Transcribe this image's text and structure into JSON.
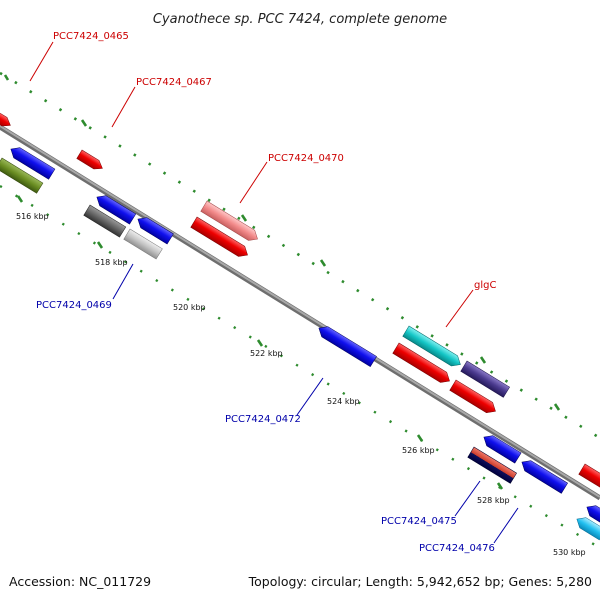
{
  "title": "Cyanothece sp. PCC 7424, complete genome",
  "footer": {
    "accession": "Accession: NC_011729",
    "summary": "Topology: circular; Length: 5,942,652 bp; Genes: 5,280"
  },
  "ticks": [
    "516 kbp",
    "518 kbp",
    "520 kbp",
    "522 kbp",
    "524 kbp",
    "526 kbp",
    "528 kbp",
    "530 kbp"
  ],
  "gene_labels": {
    "g0465": "PCC7424_0465",
    "g0467": "PCC7424_0467",
    "g0470": "PCC7424_0470",
    "glgC": "glgC",
    "g0469": "PCC7424_0469",
    "g0472": "PCC7424_0472",
    "g0475": "PCC7424_0475",
    "g0476": "PCC7424_0476"
  },
  "colors": {
    "forward_label": "#cc0000",
    "reverse_label": "#0000aa",
    "backbone": "#8a8a8a",
    "dots": "#2e8b2e"
  }
}
